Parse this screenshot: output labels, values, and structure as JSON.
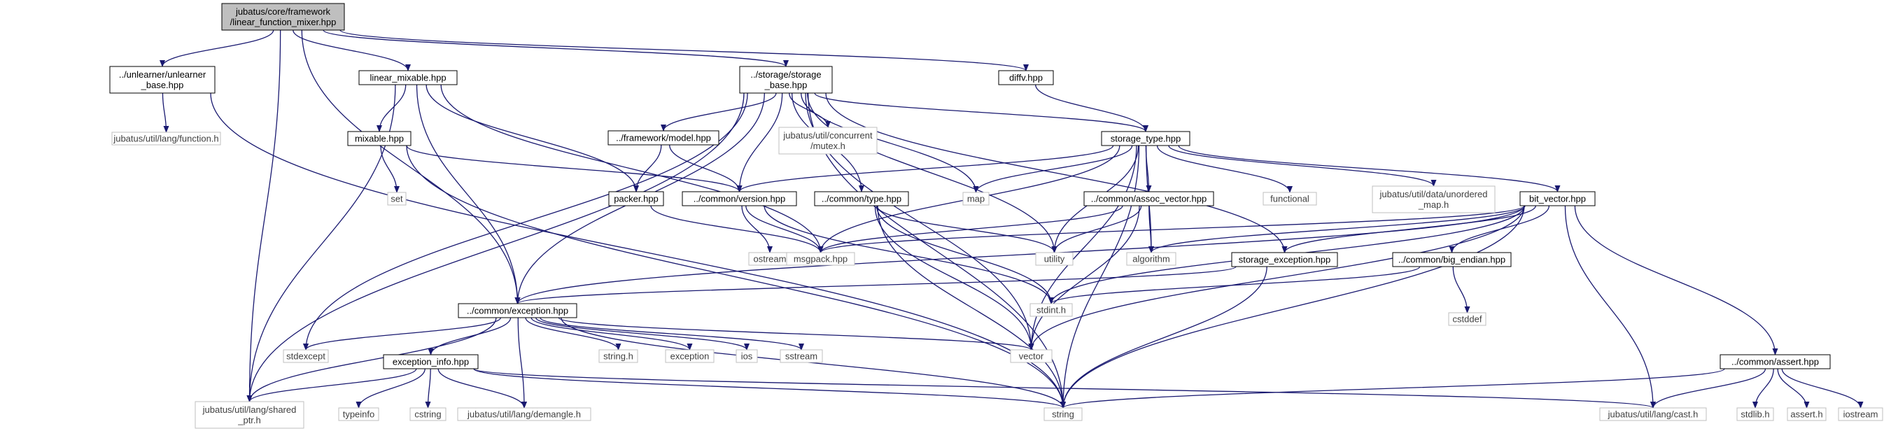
{
  "diagram": {
    "colors": {
      "edge": "#191970",
      "root_fill": "#bfbfbf",
      "external_border": "#bfbfbf",
      "primary_border": "#000000"
    },
    "nodes": [
      {
        "id": "root",
        "lines": [
          "jubatus/core/framework",
          "/linear_function_mixer.hpp"
        ],
        "kind": "root"
      },
      {
        "id": "unlearner",
        "lines": [
          "../unlearner/unlearner",
          "_base.hpp"
        ],
        "kind": "primary"
      },
      {
        "id": "linear_mixable",
        "lines": [
          "linear_mixable.hpp"
        ],
        "kind": "primary"
      },
      {
        "id": "storage_base",
        "lines": [
          "../storage/storage",
          "_base.hpp"
        ],
        "kind": "primary"
      },
      {
        "id": "diffv",
        "lines": [
          "diffv.hpp"
        ],
        "kind": "primary"
      },
      {
        "id": "function_h",
        "lines": [
          "jubatus/util/lang/function.h"
        ],
        "kind": "external"
      },
      {
        "id": "fw_model",
        "lines": [
          "../framework/model.hpp"
        ],
        "kind": "primary"
      },
      {
        "id": "concurrent_mutex",
        "lines": [
          "jubatus/util/concurrent",
          "/mutex.h"
        ],
        "kind": "external"
      },
      {
        "id": "storage_type",
        "lines": [
          "storage_type.hpp"
        ],
        "kind": "primary"
      },
      {
        "id": "mixable",
        "lines": [
          "mixable.hpp"
        ],
        "kind": "primary"
      },
      {
        "id": "set",
        "lines": [
          "set"
        ],
        "kind": "external"
      },
      {
        "id": "packer",
        "lines": [
          "packer.hpp"
        ],
        "kind": "primary"
      },
      {
        "id": "version",
        "lines": [
          "../common/version.hpp"
        ],
        "kind": "primary"
      },
      {
        "id": "ctype",
        "lines": [
          "../common/type.hpp"
        ],
        "kind": "primary"
      },
      {
        "id": "map",
        "lines": [
          "map"
        ],
        "kind": "external"
      },
      {
        "id": "assoc_vector",
        "lines": [
          "../common/assoc_vector.hpp"
        ],
        "kind": "primary"
      },
      {
        "id": "functional",
        "lines": [
          "functional"
        ],
        "kind": "external"
      },
      {
        "id": "unordered_map",
        "lines": [
          "jubatus/util/data/unordered",
          "_map.h"
        ],
        "kind": "external"
      },
      {
        "id": "bit_vector",
        "lines": [
          "bit_vector.hpp"
        ],
        "kind": "primary"
      },
      {
        "id": "ostream",
        "lines": [
          "ostream"
        ],
        "kind": "external"
      },
      {
        "id": "msgpack",
        "lines": [
          "msgpack.hpp"
        ],
        "kind": "external"
      },
      {
        "id": "utility",
        "lines": [
          "utility"
        ],
        "kind": "external"
      },
      {
        "id": "algorithm",
        "lines": [
          "algorithm"
        ],
        "kind": "external"
      },
      {
        "id": "storage_exception",
        "lines": [
          "storage_exception.hpp"
        ],
        "kind": "primary"
      },
      {
        "id": "big_endian",
        "lines": [
          "../common/big_endian.hpp"
        ],
        "kind": "primary"
      },
      {
        "id": "cstddef",
        "lines": [
          "cstddef"
        ],
        "kind": "external"
      },
      {
        "id": "exception",
        "lines": [
          "../common/exception.hpp"
        ],
        "kind": "primary"
      },
      {
        "id": "stdint",
        "lines": [
          "stdint.h"
        ],
        "kind": "external"
      },
      {
        "id": "stdexcept",
        "lines": [
          "stdexcept"
        ],
        "kind": "external"
      },
      {
        "id": "string_h",
        "lines": [
          "string.h"
        ],
        "kind": "external"
      },
      {
        "id": "exception_std",
        "lines": [
          "exception"
        ],
        "kind": "external"
      },
      {
        "id": "ios",
        "lines": [
          "ios"
        ],
        "kind": "external"
      },
      {
        "id": "sstream",
        "lines": [
          "sstream"
        ],
        "kind": "external"
      },
      {
        "id": "vector",
        "lines": [
          "vector"
        ],
        "kind": "external"
      },
      {
        "id": "assert_hpp",
        "lines": [
          "../common/assert.hpp"
        ],
        "kind": "primary"
      },
      {
        "id": "exception_info",
        "lines": [
          "exception_info.hpp"
        ],
        "kind": "primary"
      },
      {
        "id": "shared_ptr",
        "lines": [
          "jubatus/util/lang/shared",
          "_ptr.h"
        ],
        "kind": "external"
      },
      {
        "id": "typeinfo",
        "lines": [
          "typeinfo"
        ],
        "kind": "external"
      },
      {
        "id": "cstring",
        "lines": [
          "cstring"
        ],
        "kind": "external"
      },
      {
        "id": "demangle",
        "lines": [
          "jubatus/util/lang/demangle.h"
        ],
        "kind": "external"
      },
      {
        "id": "string",
        "lines": [
          "string"
        ],
        "kind": "external"
      },
      {
        "id": "cast_h",
        "lines": [
          "jubatus/util/lang/cast.h"
        ],
        "kind": "external"
      },
      {
        "id": "stdlib",
        "lines": [
          "stdlib.h"
        ],
        "kind": "external"
      },
      {
        "id": "assert_h",
        "lines": [
          "assert.h"
        ],
        "kind": "external"
      },
      {
        "id": "iostream",
        "lines": [
          "iostream"
        ],
        "kind": "external"
      }
    ],
    "edges": [
      [
        "root",
        "unlearner"
      ],
      [
        "root",
        "linear_mixable"
      ],
      [
        "root",
        "storage_base"
      ],
      [
        "root",
        "diffv"
      ],
      [
        "root",
        "exception"
      ],
      [
        "root",
        "shared_ptr"
      ],
      [
        "unlearner",
        "function_h"
      ],
      [
        "unlearner",
        "string"
      ],
      [
        "linear_mixable",
        "mixable"
      ],
      [
        "linear_mixable",
        "packer"
      ],
      [
        "linear_mixable",
        "msgpack"
      ],
      [
        "linear_mixable",
        "exception"
      ],
      [
        "linear_mixable",
        "shared_ptr"
      ],
      [
        "storage_base",
        "fw_model"
      ],
      [
        "storage_base",
        "concurrent_mutex"
      ],
      [
        "storage_base",
        "storage_type"
      ],
      [
        "storage_base",
        "version"
      ],
      [
        "storage_base",
        "ctype"
      ],
      [
        "storage_base",
        "map"
      ],
      [
        "storage_base",
        "utility"
      ],
      [
        "storage_base",
        "storage_exception"
      ],
      [
        "storage_base",
        "exception"
      ],
      [
        "storage_base",
        "stdexcept"
      ],
      [
        "storage_base",
        "vector"
      ],
      [
        "storage_base",
        "string"
      ],
      [
        "storage_base",
        "shared_ptr"
      ],
      [
        "diffv",
        "storage_type"
      ],
      [
        "fw_model",
        "packer"
      ],
      [
        "fw_model",
        "version"
      ],
      [
        "mixable",
        "set"
      ],
      [
        "mixable",
        "version"
      ],
      [
        "mixable",
        "string"
      ],
      [
        "packer",
        "msgpack"
      ],
      [
        "version",
        "ostream"
      ],
      [
        "version",
        "msgpack"
      ],
      [
        "version",
        "stdint"
      ],
      [
        "ctype",
        "utility"
      ],
      [
        "ctype",
        "vector"
      ],
      [
        "ctype",
        "string"
      ],
      [
        "ctype",
        "stdint"
      ],
      [
        "storage_type",
        "version"
      ],
      [
        "storage_type",
        "map"
      ],
      [
        "storage_type",
        "assoc_vector"
      ],
      [
        "storage_type",
        "functional"
      ],
      [
        "storage_type",
        "unordered_map"
      ],
      [
        "storage_type",
        "bit_vector"
      ],
      [
        "storage_type",
        "msgpack"
      ],
      [
        "storage_type",
        "utility"
      ],
      [
        "storage_type",
        "algorithm"
      ],
      [
        "storage_type",
        "vector"
      ],
      [
        "storage_type",
        "string"
      ],
      [
        "assoc_vector",
        "msgpack"
      ],
      [
        "assoc_vector",
        "utility"
      ],
      [
        "assoc_vector",
        "algorithm"
      ],
      [
        "assoc_vector",
        "vector"
      ],
      [
        "bit_vector",
        "msgpack"
      ],
      [
        "bit_vector",
        "storage_exception"
      ],
      [
        "bit_vector",
        "big_endian"
      ],
      [
        "bit_vector",
        "exception"
      ],
      [
        "bit_vector",
        "stdint"
      ],
      [
        "bit_vector",
        "vector"
      ],
      [
        "bit_vector",
        "string"
      ],
      [
        "bit_vector",
        "assert_hpp"
      ],
      [
        "bit_vector",
        "cast_h"
      ],
      [
        "bit_vector",
        "algorithm"
      ],
      [
        "storage_exception",
        "exception"
      ],
      [
        "storage_exception",
        "string"
      ],
      [
        "big_endian",
        "cstddef"
      ],
      [
        "big_endian",
        "stdint"
      ],
      [
        "exception",
        "stdexcept"
      ],
      [
        "exception",
        "string_h"
      ],
      [
        "exception",
        "exception_std"
      ],
      [
        "exception",
        "ios"
      ],
      [
        "exception",
        "sstream"
      ],
      [
        "exception",
        "vector"
      ],
      [
        "exception",
        "string"
      ],
      [
        "exception",
        "exception_info"
      ],
      [
        "exception",
        "shared_ptr"
      ],
      [
        "exception",
        "demangle"
      ],
      [
        "exception_info",
        "typeinfo"
      ],
      [
        "exception_info",
        "cstring"
      ],
      [
        "exception_info",
        "demangle"
      ],
      [
        "exception_info",
        "string"
      ],
      [
        "exception_info",
        "shared_ptr"
      ],
      [
        "exception_info",
        "cast_h"
      ],
      [
        "assert_hpp",
        "string"
      ],
      [
        "assert_hpp",
        "cast_h"
      ],
      [
        "assert_hpp",
        "stdlib"
      ],
      [
        "assert_hpp",
        "assert_h"
      ],
      [
        "assert_hpp",
        "iostream"
      ]
    ]
  }
}
